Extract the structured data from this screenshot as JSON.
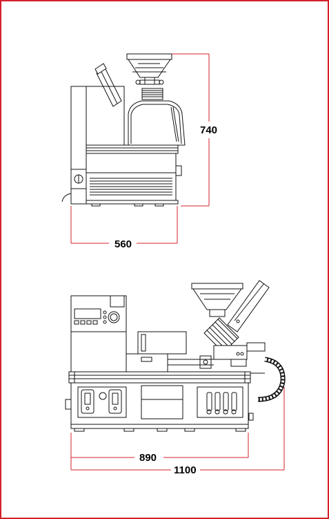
{
  "colors": {
    "border": "#d41f2a",
    "dimension_line": "#d41f2a",
    "drawing_line": "#111111"
  },
  "dimensions": {
    "height": "740",
    "depth": "560",
    "width_body": "890",
    "width_total": "1100"
  }
}
